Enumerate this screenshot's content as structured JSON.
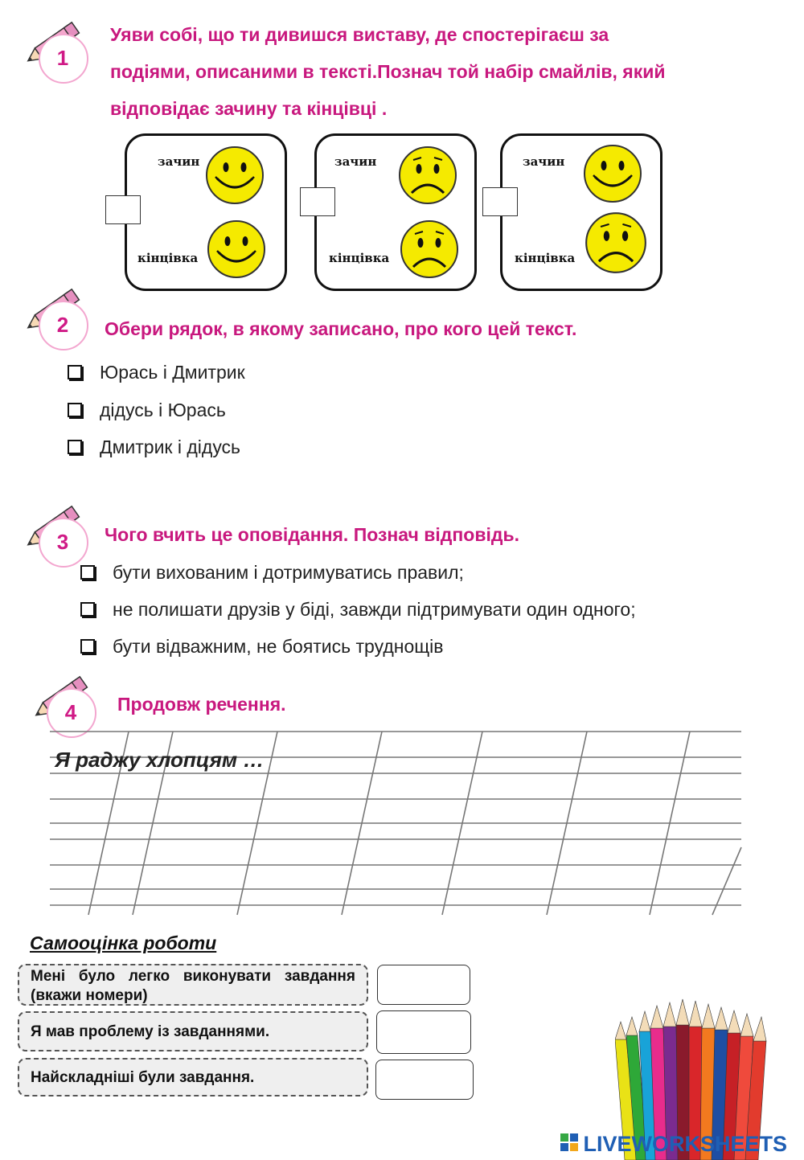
{
  "q1": {
    "number": "1",
    "title_lines": [
      "Уяви собі, що ти дивишся виставу, де спостерігаєш за",
      "подіями, описаними в тексті.Познач той набір смайлів, який",
      "відповідає зачину та кінцівці ."
    ],
    "cards": [
      {
        "start_label": "зачин",
        "end_label": "кінцівка",
        "start_mood": "happy",
        "end_mood": "happy"
      },
      {
        "start_label": "зачин",
        "end_label": "кінцівка",
        "start_mood": "sad",
        "end_mood": "sad"
      },
      {
        "start_label": "зачин",
        "end_label": "кінцівка",
        "start_mood": "happy",
        "end_mood": "sad"
      }
    ]
  },
  "q2": {
    "number": "2",
    "title": "Обери рядок, в якому записано, про кого цей текст.",
    "options": [
      "Юрась і Дмитрик",
      "дідусь і Юрась",
      "Дмитрик і дідусь"
    ]
  },
  "q3": {
    "number": "3",
    "title": "Чого вчить це оповідання. Познач відповідь.",
    "options": [
      "бути вихованим і дотримуватись правил;",
      "не полишати друзів у біді, завжди підтримувати один одного;",
      "бути відважним, не боятись труднощів"
    ]
  },
  "q4": {
    "number": "4",
    "title": "Продовж речення.",
    "prompt": "Я раджу хлопцям …"
  },
  "self_assessment": {
    "title": "Самооцінка роботи",
    "rows": [
      "Мені було легко виконувати завдання (вкажи номери)",
      "Я мав  проблему із завданнями.",
      "Найскладніші були завдання."
    ]
  },
  "brand": {
    "text": "LIVEWORKSHEETS"
  },
  "colors": {
    "accent": "#c8187e",
    "smiley": "#f5ea00",
    "brand_blue": "#1f5fb4"
  }
}
